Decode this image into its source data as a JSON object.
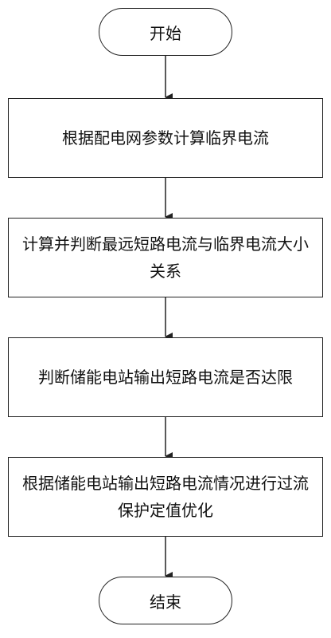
{
  "flowchart": {
    "start": "开始",
    "steps": [
      "根据配电网参数计算临界电流",
      "计算并判断最远短路电流与临界电流大小关系",
      "判断储能电站输出短路电流是否达限",
      "根据储能电站输出短路电流情况进行过流保护定值优化"
    ],
    "end": "结束"
  }
}
